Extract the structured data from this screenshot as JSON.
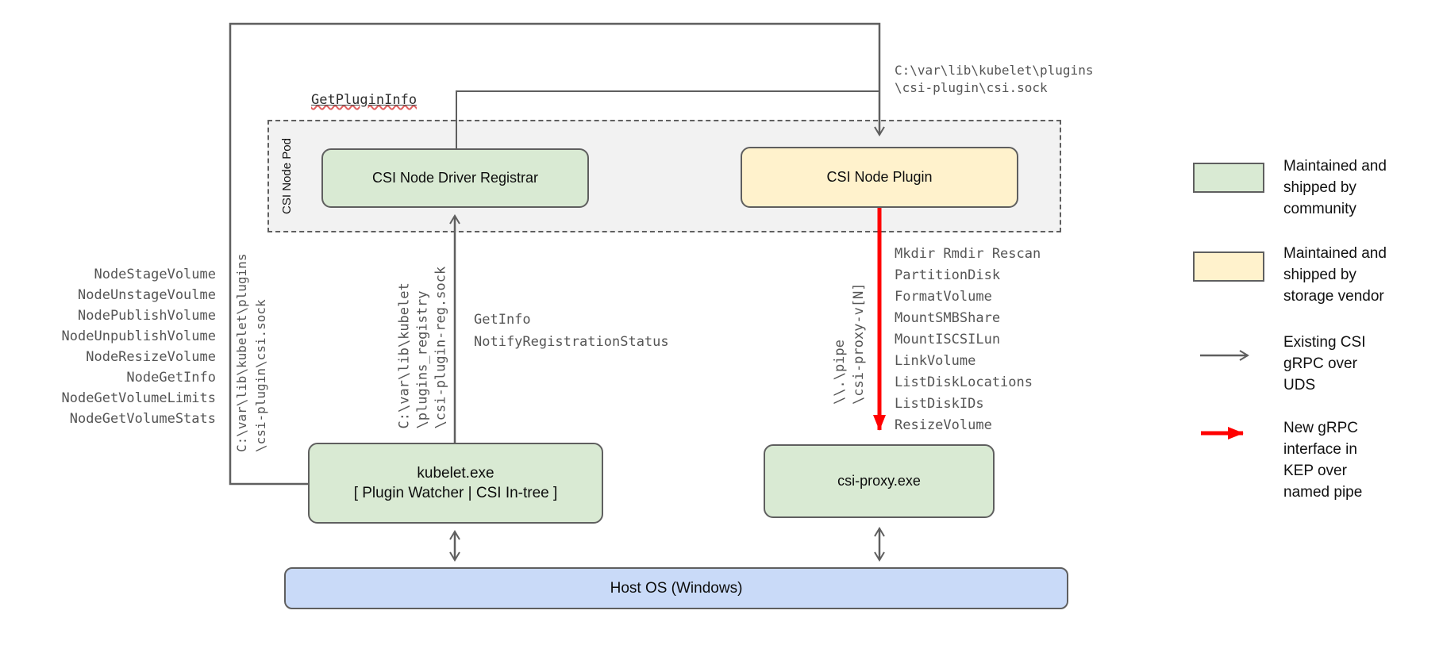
{
  "diagram": {
    "pod": {
      "title": "CSI Node Pod"
    },
    "nodes": {
      "registrar": "CSI Node Driver Registrar",
      "plugin": "CSI Node Plugin",
      "kubelet": {
        "line1": "kubelet.exe",
        "line2": "[ Plugin Watcher | CSI In-tree ]"
      },
      "csi_proxy": "csi-proxy.exe",
      "host_os": "Host OS (Windows)"
    },
    "labels": {
      "get_plugin_info": "GetPluginInfo",
      "csi_sock_top": {
        "line1": "C:\\var\\lib\\kubelet\\plugins",
        "line2": "\\csi-plugin\\csi.sock"
      },
      "csi_sock_left": {
        "line1": "C:\\var\\lib\\kubelet\\plugins",
        "line2": "\\csi-plugin\\csi.sock"
      },
      "registry_sock": {
        "line1": "C:\\var\\lib\\kubelet",
        "line2": "\\plugins_registry",
        "line3": "\\csi-plugin-reg.sock"
      },
      "registration": {
        "line1": "GetInfo",
        "line2": "NotifyRegistrationStatus"
      },
      "pipe": {
        "line1": "\\\\.\\pipe",
        "line2": "\\csi-proxy-v[N]"
      }
    },
    "left_methods": [
      "NodeStageVolume",
      "NodeUnstageVoulme",
      "NodePublishVolume",
      "NodeUnpublishVolume",
      "NodeResizeVolume",
      "NodeGetInfo",
      "NodeGetVolumeLimits",
      "NodeGetVolumeStats"
    ],
    "right_methods": [
      "Mkdir Rmdir Rescan",
      "PartitionDisk",
      "FormatVolume",
      "MountSMBShare",
      "MountISCSILun",
      "LinkVolume",
      "ListDiskLocations",
      "ListDiskIDs",
      "ResizeVolume"
    ]
  },
  "legend": {
    "community": {
      "lines": [
        "Maintained and",
        "shipped by",
        "community"
      ]
    },
    "vendor": {
      "lines": [
        "Maintained and",
        "shipped by",
        "storage vendor"
      ]
    },
    "uds": {
      "lines": [
        "Existing CSI",
        "gRPC over",
        "UDS"
      ]
    },
    "named_pipe": {
      "lines": [
        "New gRPC",
        "interface in",
        "KEP over",
        "named pipe"
      ]
    }
  },
  "colors": {
    "community_fill": "#d9ead3",
    "vendor_fill": "#fff2cc",
    "host_os_fill": "#c9daf8",
    "pod_fill": "#f2f2f2",
    "line_gray": "#5f5f5f",
    "new_grpc_red": "#ff0000",
    "squiggle_red": "#e06060"
  }
}
